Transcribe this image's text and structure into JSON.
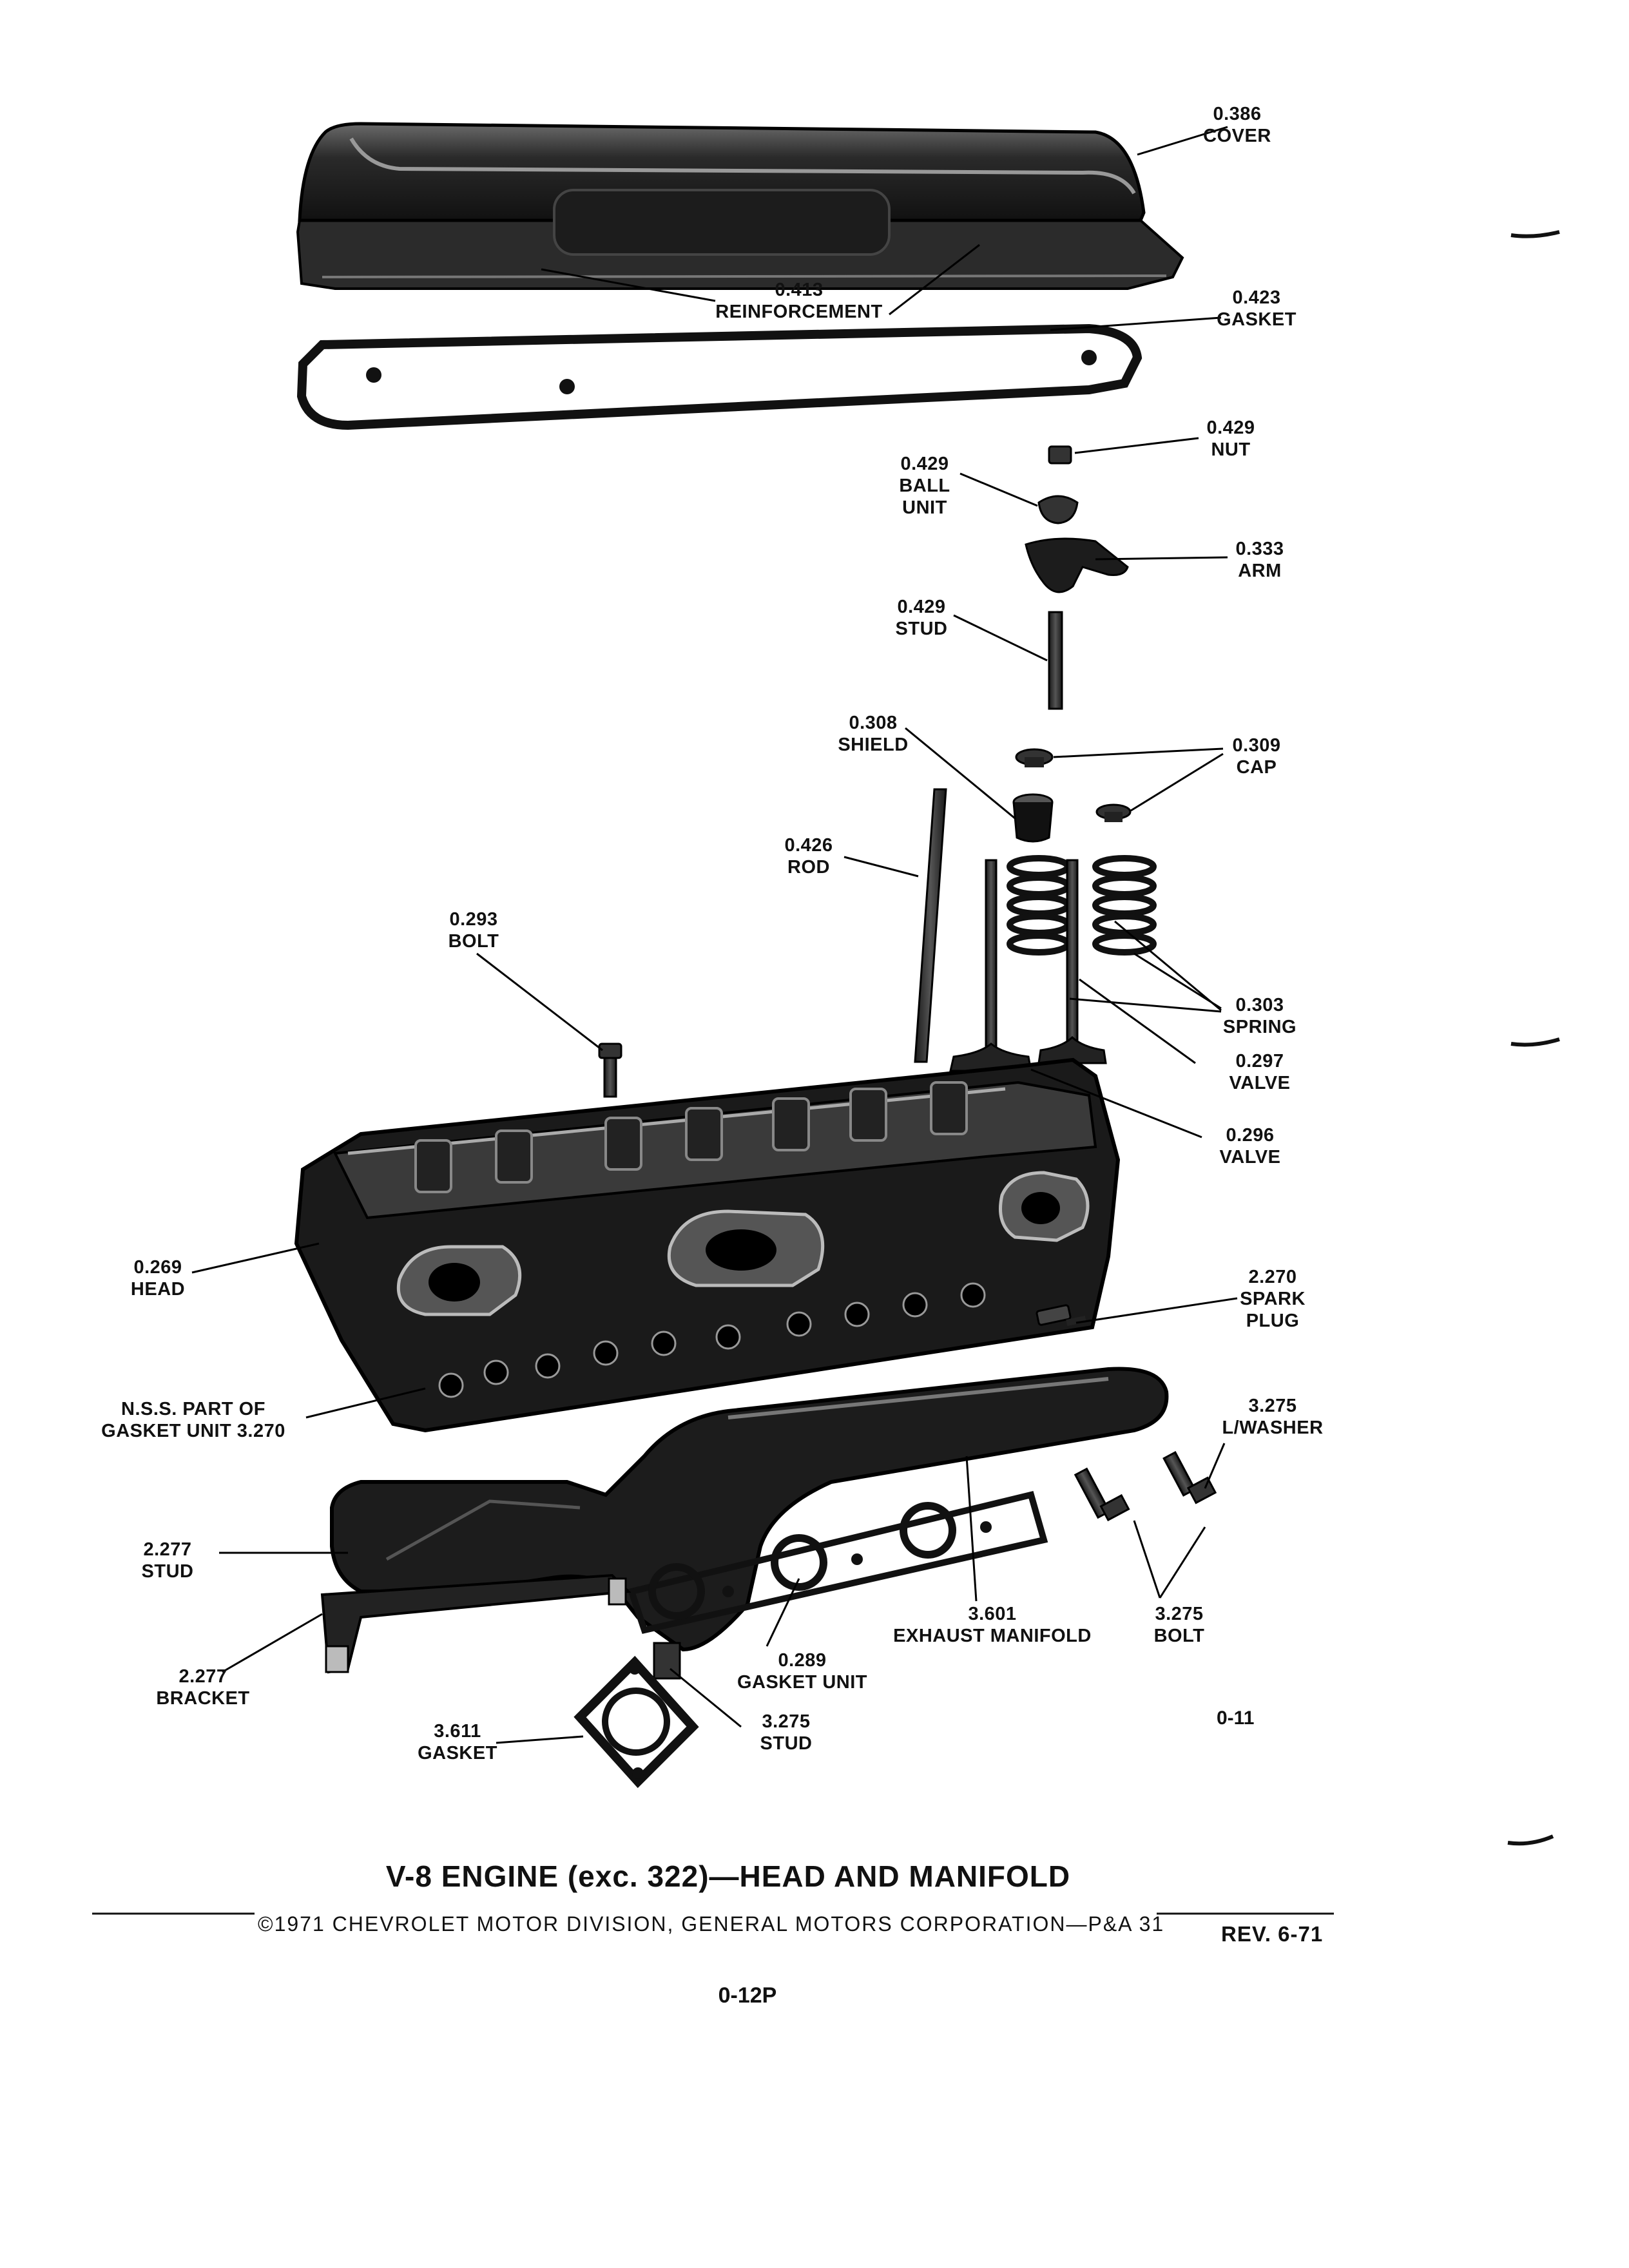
{
  "callouts": [
    {
      "id": "cover",
      "number": "0.386",
      "name": "COVER"
    },
    {
      "id": "reinforcement",
      "number": "0.413",
      "name": "REINFORCEMENT"
    },
    {
      "id": "cover-gasket",
      "number": "0.423",
      "name": "GASKET"
    },
    {
      "id": "nut",
      "number": "0.429",
      "name": "NUT"
    },
    {
      "id": "ball-unit",
      "number": "0.429",
      "name": "BALL",
      "name2": "UNIT"
    },
    {
      "id": "arm",
      "number": "0.333",
      "name": "ARM"
    },
    {
      "id": "rocker-stud",
      "number": "0.429",
      "name": "STUD"
    },
    {
      "id": "shield",
      "number": "0.308",
      "name": "SHIELD"
    },
    {
      "id": "cap",
      "number": "0.309",
      "name": "CAP"
    },
    {
      "id": "rod",
      "number": "0.426",
      "name": "ROD"
    },
    {
      "id": "bolt-head",
      "number": "0.293",
      "name": "BOLT"
    },
    {
      "id": "spring",
      "number": "0.303",
      "name": "SPRING"
    },
    {
      "id": "valve-exhaust",
      "number": "0.297",
      "name": "VALVE"
    },
    {
      "id": "valve-intake",
      "number": "0.296",
      "name": "VALVE"
    },
    {
      "id": "head",
      "number": "0.269",
      "name": "HEAD"
    },
    {
      "id": "spark-plug",
      "number": "2.270",
      "name": "SPARK",
      "name2": "PLUG"
    },
    {
      "id": "nss-part",
      "number": "N.S.S. PART OF",
      "name": "GASKET UNIT 3.270"
    },
    {
      "id": "lock-washer",
      "number": "3.275",
      "name": "L/WASHER"
    },
    {
      "id": "manifold-stud",
      "number": "2.277",
      "name": "STUD"
    },
    {
      "id": "exhaust-manifold",
      "number": "3.601",
      "name": "EXHAUST MANIFOLD"
    },
    {
      "id": "manifold-bolt",
      "number": "3.275",
      "name": "BOLT"
    },
    {
      "id": "bracket",
      "number": "2.277",
      "name": "BRACKET"
    },
    {
      "id": "gasket-unit",
      "number": "0.289",
      "name": "GASKET UNIT"
    },
    {
      "id": "flange-gasket",
      "number": "3.611",
      "name": "GASKET"
    },
    {
      "id": "flange-stud",
      "number": "3.275",
      "name": "STUD"
    }
  ],
  "figure_code": "0-11",
  "title": "V-8 ENGINE (exc. 322)—HEAD AND MANIFOLD",
  "copyright": "©1971 CHEVROLET MOTOR DIVISION, GENERAL MOTORS CORPORATION—P&A 31",
  "revision": "REV. 6-71",
  "page_number": "0-12P"
}
